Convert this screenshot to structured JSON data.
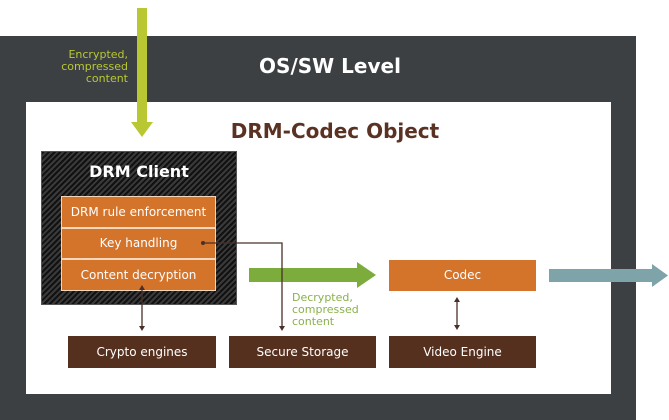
{
  "diagram": {
    "outer_frame": {
      "title": "OS/SW Level"
    },
    "inner_frame": {
      "title": "DRM-Codec Object"
    },
    "input_arrow": {
      "label": "Encrypted, compressed content",
      "lines": [
        "Encrypted,",
        "compressed",
        "content"
      ],
      "color": "#b9c832"
    },
    "drm_client": {
      "title": "DRM Client",
      "modules": [
        "DRM rule enforcement",
        "Key handling",
        "Content decryption"
      ]
    },
    "middle_arrow": {
      "lines": [
        "Decrypted,",
        "compressed",
        "content"
      ],
      "color": "#7cac3c"
    },
    "codec": {
      "label": "Codec"
    },
    "bottom_boxes": [
      "Crypto engines",
      "Secure Storage",
      "Video Engine"
    ],
    "output_arrow": {
      "color": "#7ea3a8"
    },
    "colors": {
      "frame": "#3c4043",
      "orange": "#d4732a",
      "brown": "#56301f",
      "title_brown": "#5a3224"
    }
  }
}
